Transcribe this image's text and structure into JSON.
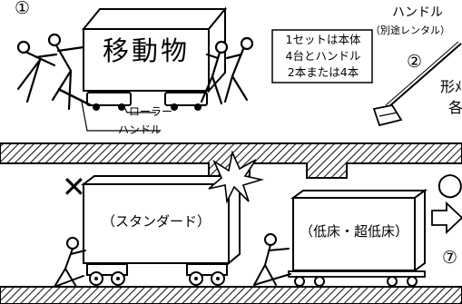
{
  "top": {
    "step1": "①",
    "box_label": "移動物",
    "set_note": [
      "1セットは本体",
      "4台とハンドル",
      "2本または4本"
    ],
    "roller": "ローラー",
    "handle_lower": "ハンドル",
    "handle_title": "ハンドル",
    "handle_rental": "（別途レンタル）",
    "step2": "②",
    "shape_partial": "形ﾒ",
    "each_partial": "各"
  },
  "bottom": {
    "ng_mark": "✕",
    "ok_mark": "○",
    "standard": "（スタンダード）",
    "lowfloor": "（低床・超低床）",
    "step7": "⑦"
  },
  "colors": {
    "ink": "#000000",
    "paper": "#ffffff",
    "hatch": "#1a1a1a"
  }
}
